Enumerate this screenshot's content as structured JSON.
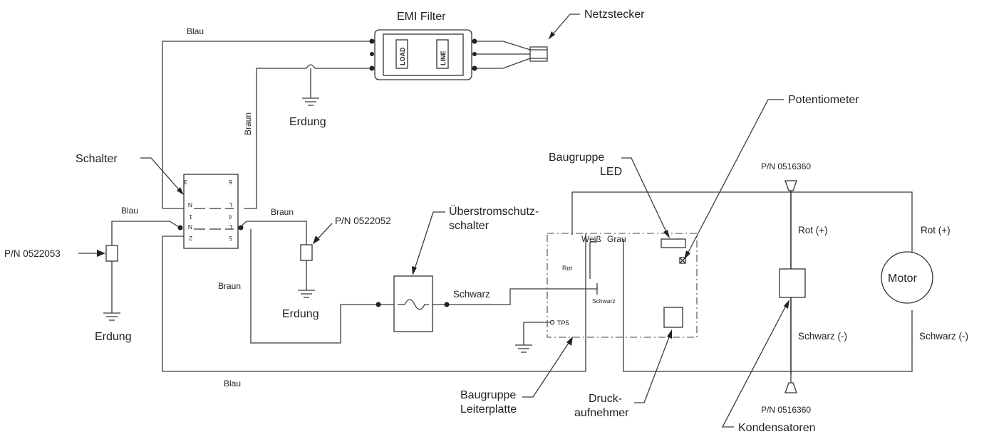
{
  "labels": {
    "emi_filter": "EMI Filter",
    "load": "LOAD",
    "line": "LINE",
    "netzstecker": "Netzstecker",
    "erdung": "Erdung",
    "schalter": "Schalter",
    "potentiometer": "Potentiometer",
    "baugruppe_led_1": "Baugruppe",
    "baugruppe_led_2": "LED",
    "ueberstrom_1": "Überstromschutz-",
    "ueberstrom_2": "schalter",
    "pn_0522052": "P/N 0522052",
    "pn_0522053": "P/N 0522053",
    "pn_0516360": "P/N 0516360",
    "motor": "Motor",
    "kondensatoren": "Kondensatoren",
    "baugruppe_lp_1": "Baugruppe",
    "baugruppe_lp_2": "Leiterplatte",
    "druck_1": "Druck-",
    "druck_2": "aufnehmer",
    "tp5": "TP5",
    "weiss": "Weiß",
    "grau": "Grau",
    "rot": "Rot",
    "schwarz_small": "Schwarz"
  },
  "wire_labels": {
    "blau": "Blau",
    "braun": "Braun",
    "schwarz": "Schwarz",
    "rot_plus": "Rot (+)",
    "schwarz_minus": "Schwarz (-)"
  },
  "switch_pins": {
    "p3": "3",
    "p6": "6",
    "p1": "1",
    "p4": "4",
    "p2": "2",
    "p5": "5",
    "n": "N",
    "l": "L"
  }
}
